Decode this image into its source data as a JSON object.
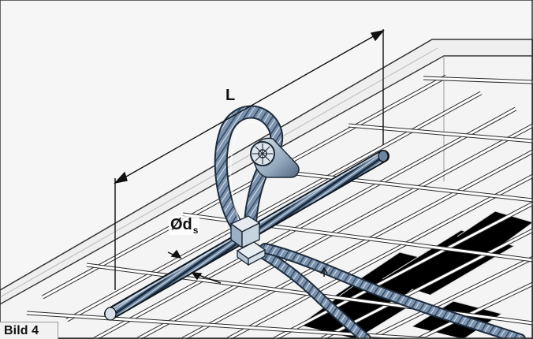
{
  "figure": {
    "caption": "Bild 4",
    "length_label": "L",
    "diameter_symbol": "Ød",
    "diameter_subscript": "s"
  }
}
